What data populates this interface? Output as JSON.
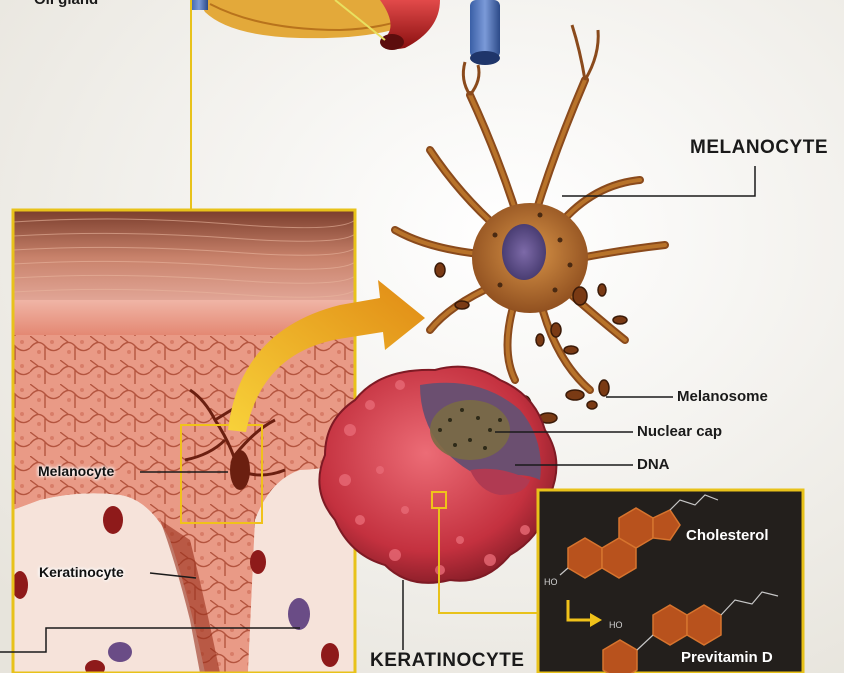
{
  "labels": {
    "oil_gland": "Oil gland",
    "melanocyte_title": "MELANOCYTE",
    "melanosome": "Melanosome",
    "nuclear_cap": "Nuclear cap",
    "dna": "DNA",
    "keratinocyte_title": "KERATINOCYTE",
    "melanocyte_skin": "Melanocyte",
    "keratinocyte_skin": "Keratinocyte",
    "cholesterol": "Cholesterol",
    "previtamin_d": "Previtamin D",
    "ho_top": "HO",
    "ho_bottom": "HO"
  },
  "colors": {
    "background": "#f2f0ea",
    "callout_line": "#e8c21a",
    "skin_frame": "#e8c21a",
    "molecule_panel": "#231f1c",
    "molecule_fill": "#b8521d",
    "arrow": "#f0b21a",
    "keratinocyte": "#c4313f",
    "melanocyte_body": "#a8642a"
  }
}
